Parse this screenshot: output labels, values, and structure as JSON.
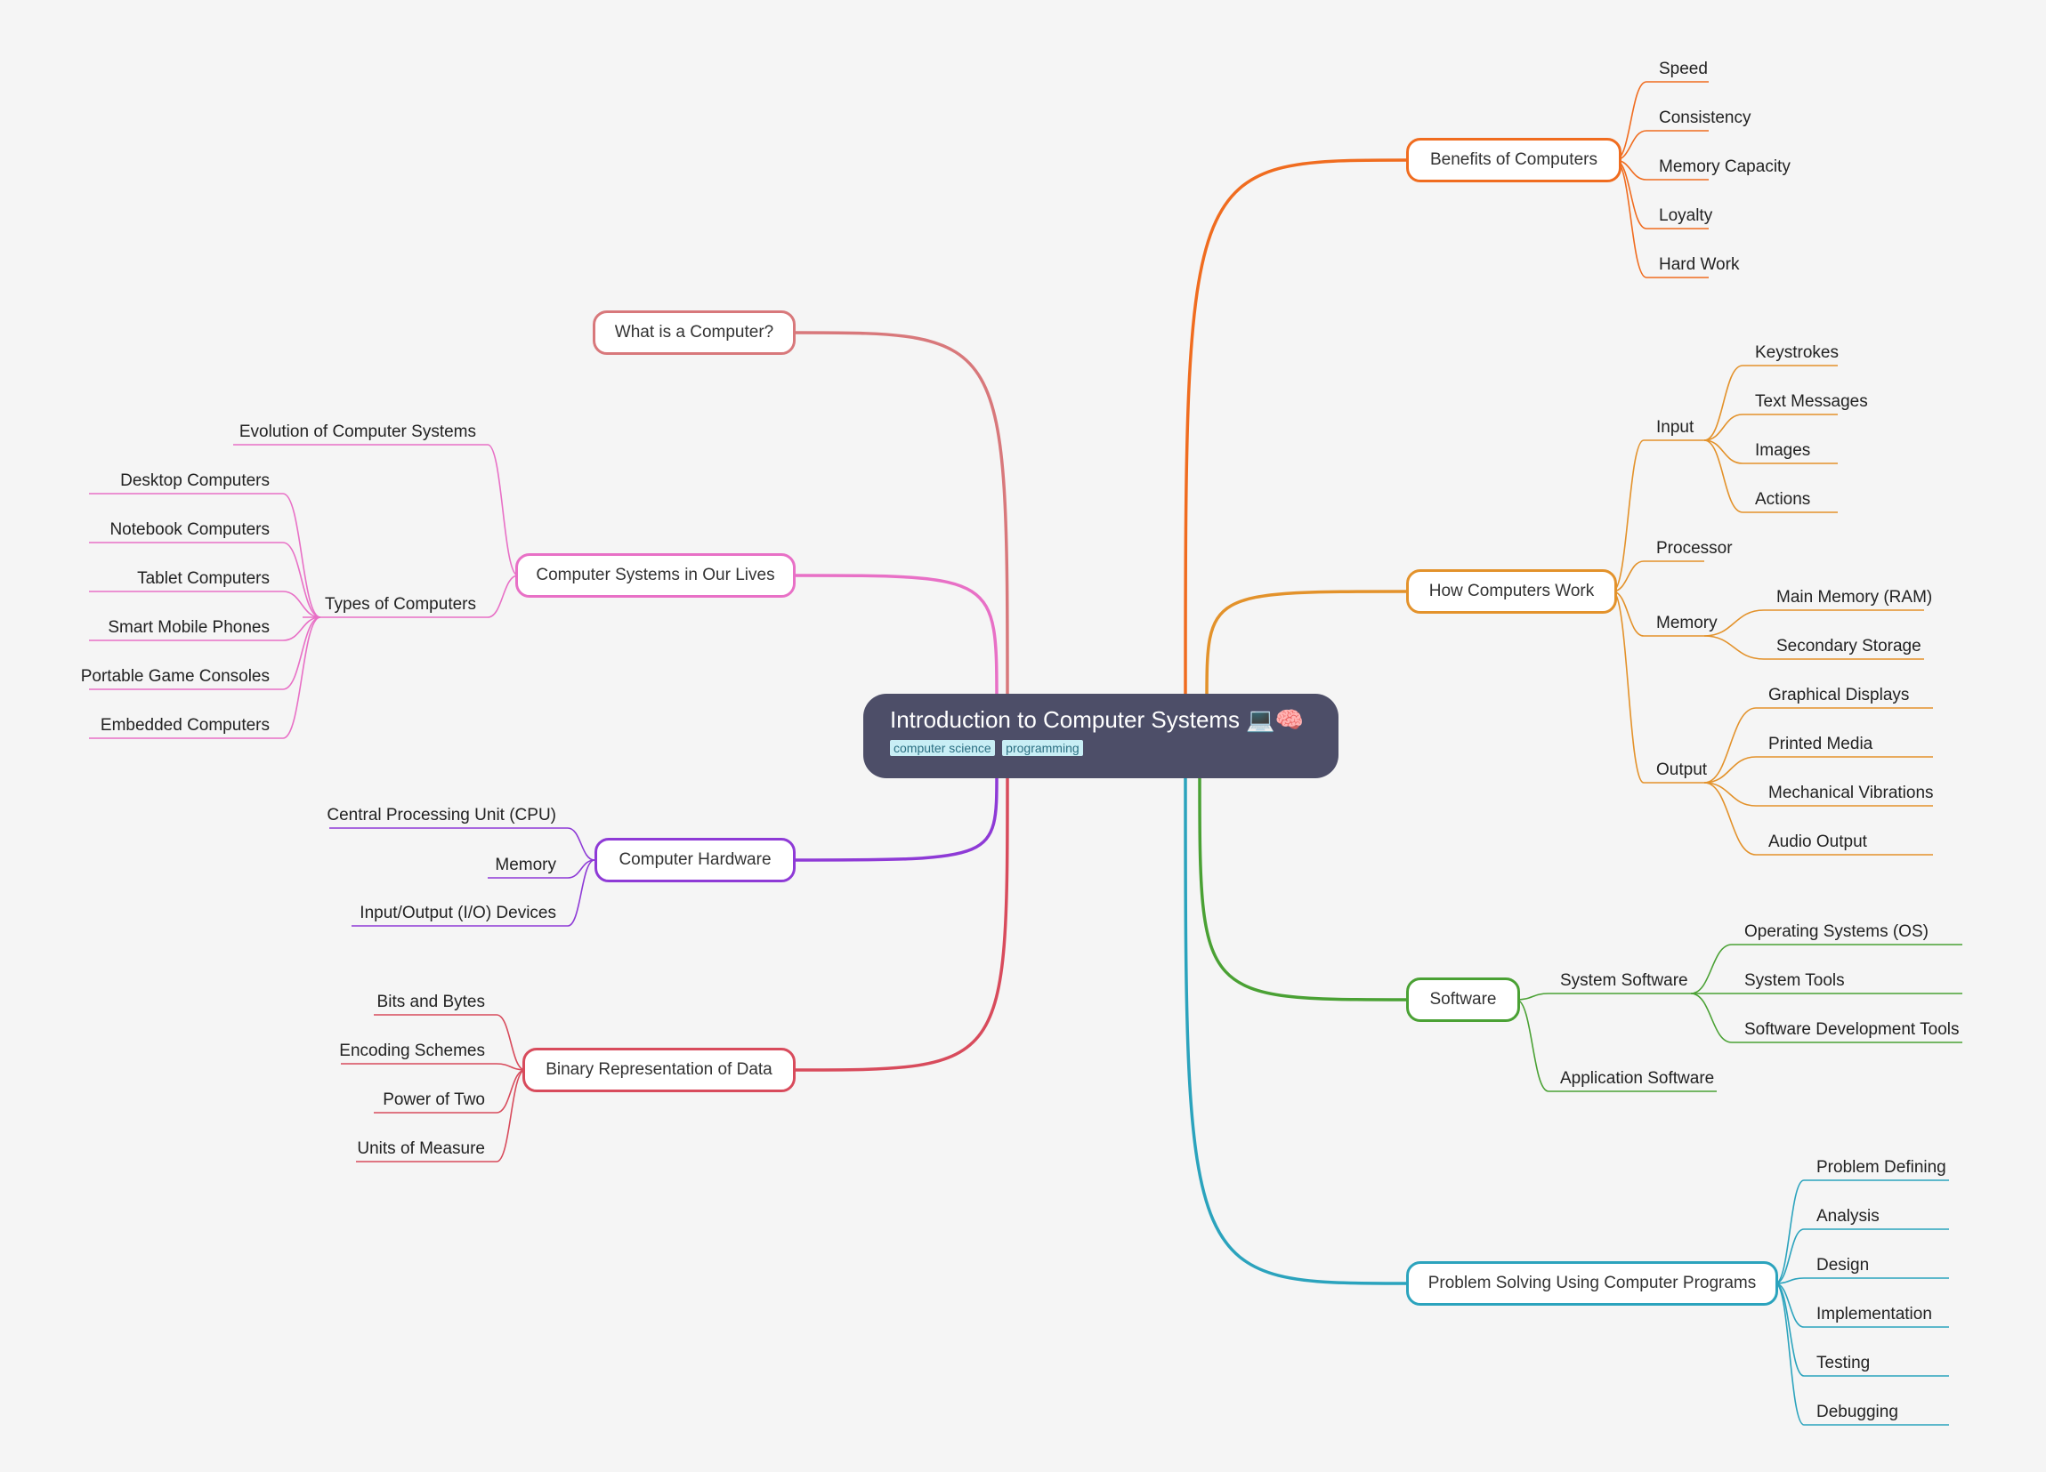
{
  "central": {
    "title": "Introduction to Computer Systems 💻🧠",
    "tags": [
      "computer science",
      "programming"
    ]
  },
  "branches": {
    "what": {
      "label": "What is a Computer?",
      "color": "#d8787b"
    },
    "lives": {
      "label": "Computer Systems in Our Lives",
      "color": "#e870c6",
      "evolution": "Evolution of Computer Systems",
      "types": {
        "label": "Types of Computers",
        "items": [
          "Desktop Computers",
          "Notebook Computers",
          "Tablet Computers",
          "Smart Mobile Phones",
          "Portable Game Consoles",
          "Embedded Computers"
        ]
      }
    },
    "hardware": {
      "label": "Computer Hardware",
      "color": "#8e3ad6",
      "items": [
        "Central Processing Unit (CPU)",
        "Memory",
        "Input/Output (I/O) Devices"
      ]
    },
    "binary": {
      "label": "Binary Representation of Data",
      "color": "#d84b5c",
      "items": [
        "Bits and Bytes",
        "Encoding Schemes",
        "Power of Two",
        "Units of Measure"
      ]
    },
    "benefits": {
      "label": "Benefits of Computers",
      "color": "#f06c1f",
      "items": [
        "Speed",
        "Consistency",
        "Memory Capacity",
        "Loyalty",
        "Hard Work"
      ]
    },
    "how": {
      "label": "How Computers Work",
      "color": "#e3922b",
      "input": {
        "label": "Input",
        "items": [
          "Keystrokes",
          "Text Messages",
          "Images",
          "Actions"
        ]
      },
      "processor": "Processor",
      "memory": {
        "label": "Memory",
        "items": [
          "Main Memory (RAM)",
          "Secondary Storage"
        ]
      },
      "output": {
        "label": "Output",
        "items": [
          "Graphical Displays",
          "Printed Media",
          "Mechanical Vibrations",
          "Audio Output"
        ]
      }
    },
    "software": {
      "label": "Software",
      "color": "#4aa134",
      "system": {
        "label": "System Software",
        "items": [
          "Operating Systems (OS)",
          "System Tools",
          "Software Development Tools"
        ]
      },
      "application": "Application Software"
    },
    "problem": {
      "label": "Problem Solving Using Computer Programs",
      "color": "#2ba3bd",
      "items": [
        "Problem Defining",
        "Analysis",
        "Design",
        "Implementation",
        "Testing",
        "Debugging"
      ]
    }
  }
}
